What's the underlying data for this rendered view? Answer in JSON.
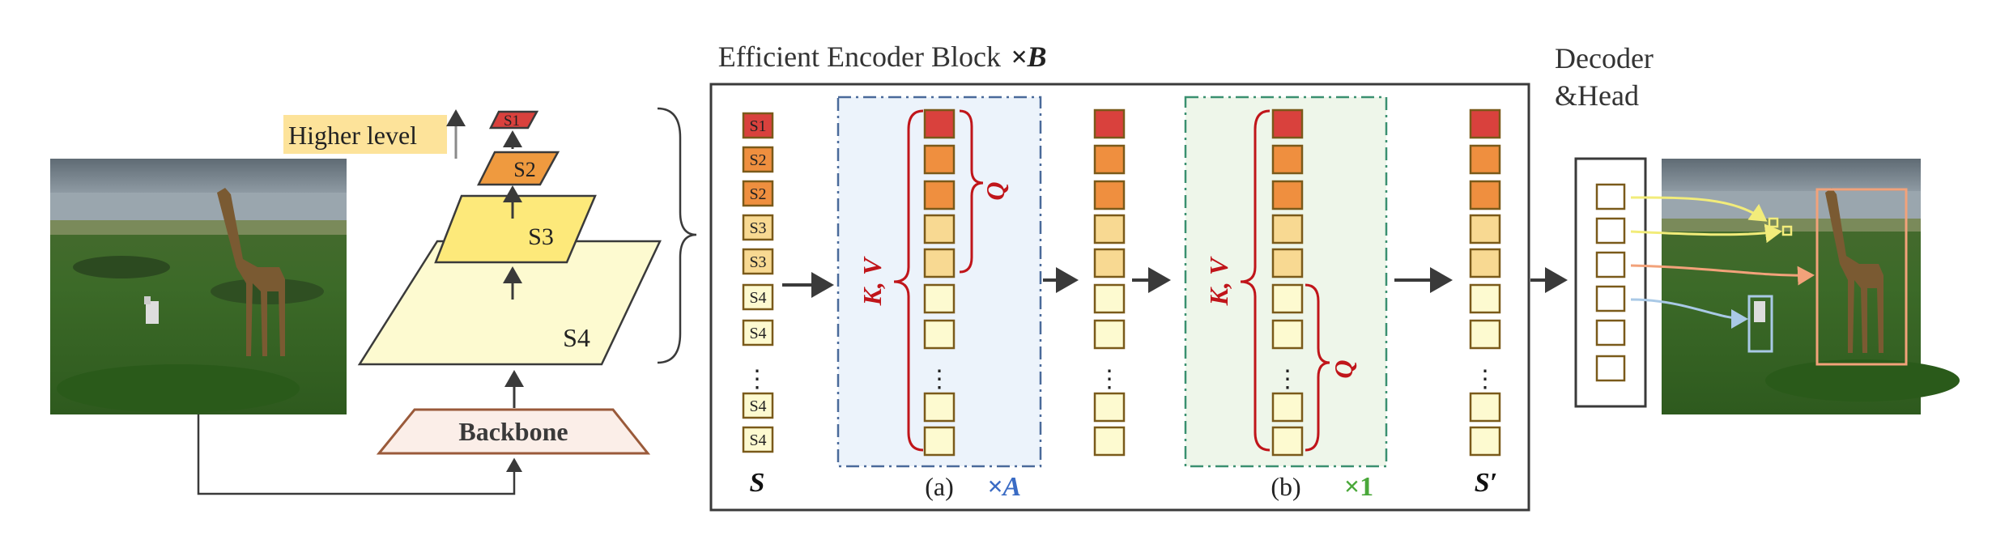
{
  "title": "Efficient Encoder Block",
  "title_mult": "×B",
  "decoder_label_line1": "Decoder",
  "decoder_label_line2": "&Head",
  "higher_level": "Higher level",
  "backbone": "Backbone",
  "pyramid_levels": [
    "S1",
    "S2",
    "S3",
    "S4"
  ],
  "input_tokens": [
    "S1",
    "S2",
    "S2",
    "S3",
    "S3",
    "S4",
    "S4",
    "⋮",
    "S4",
    "S4"
  ],
  "label_S": "S",
  "label_S_prime": "S′",
  "block_a": {
    "label": "(a)",
    "mult": "×A",
    "kv": "K, V",
    "q": "Q"
  },
  "block_b": {
    "label": "(b)",
    "mult": "×1",
    "kv": "K, V",
    "q": "Q"
  },
  "colors": {
    "s1": "#d9413d",
    "s2": "#ef8f3f",
    "s3": "#f8d992",
    "s4": "#fdfad0",
    "token_border": "#7a5a1a",
    "block_a_bg": "#ecf3fb",
    "block_a_border": "#4a6a9a",
    "block_b_bg": "#eef6ea",
    "block_b_border": "#3a9070",
    "brace_red": "#c0151a",
    "mult_a": "#3a6bc4",
    "mult_b": "#4aa83a",
    "arrow": "#3a3a3a"
  }
}
